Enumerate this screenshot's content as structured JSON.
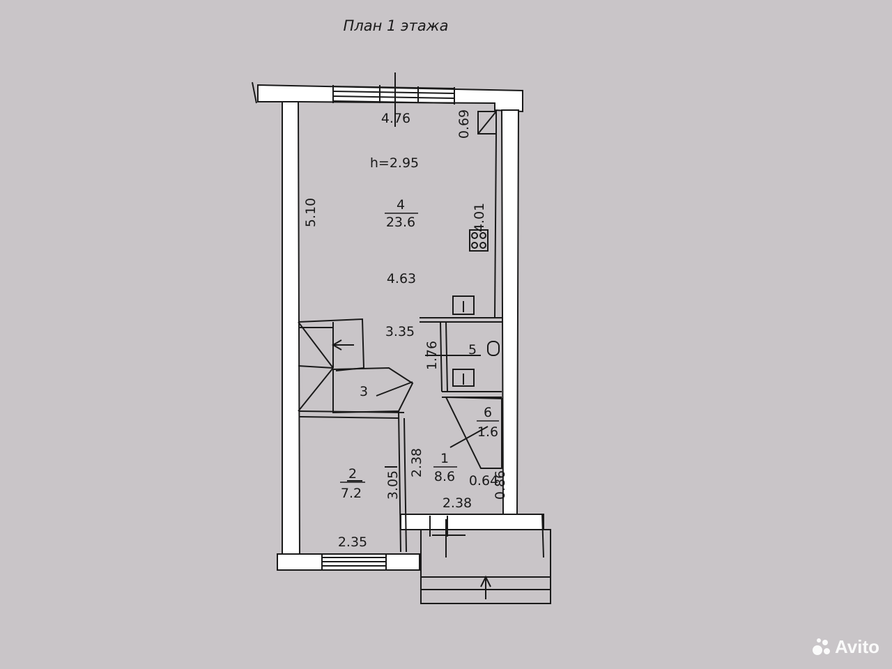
{
  "plan": {
    "title": "План 1 этажа",
    "height_label": "h=2.95",
    "rooms": [
      {
        "number": "4",
        "area": "23.6"
      },
      {
        "number": "3",
        "area": ""
      },
      {
        "number": "5",
        "area": ""
      },
      {
        "number": "6",
        "area": "1.6"
      },
      {
        "number": "1",
        "area": "8.6"
      },
      {
        "number": "2",
        "area": "7.2"
      }
    ],
    "dimensions": [
      "4.76",
      "0.69",
      "5.10",
      "4.01",
      "4.63",
      "3.35",
      "1.76",
      "2.38",
      "3.05",
      "0.64",
      "0.86",
      "2.38",
      "2.35"
    ]
  },
  "watermark": {
    "text": "Avito"
  },
  "colors": {
    "paper": "#c9c5c8",
    "ink": "#1a1a1a",
    "wall": "#ffffff"
  }
}
